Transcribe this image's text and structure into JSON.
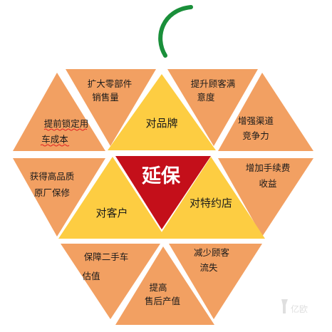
{
  "diagram": {
    "center": {
      "label": "延保"
    },
    "inner": {
      "brand": {
        "label": "对品牌"
      },
      "customer": {
        "label": "对客户"
      },
      "dealer": {
        "label": "对特约店"
      }
    },
    "outer": {
      "top_left": {
        "lines": [
          "扩大零部件",
          "销售量"
        ]
      },
      "top_right": {
        "lines": [
          "提升顾客满",
          "意度"
        ]
      },
      "upper_left": {
        "lines": [
          "提前锁定用",
          "车成本"
        ]
      },
      "upper_right": {
        "lines": [
          "增强渠道",
          "竞争力"
        ]
      },
      "mid_left": {
        "lines": [
          "获得高品质",
          "原厂保修"
        ]
      },
      "mid_right": {
        "lines": [
          "增加手续费",
          "收益"
        ]
      },
      "lower_left": {
        "lines": [
          "保障二手车",
          "估值"
        ]
      },
      "lower_right": {
        "lines": [
          "减少顾客",
          "流失"
        ]
      },
      "bottom": {
        "lines": [
          "提高",
          "售后产值"
        ]
      }
    },
    "colors": {
      "outer_fill": "#f2a062",
      "inner_fill": "#fdcd42",
      "center_fill": "#c40f1a",
      "stem": "#1a8f3a",
      "spell_underline": "#e02020"
    }
  },
  "watermark": {
    "text": "亿欧"
  }
}
